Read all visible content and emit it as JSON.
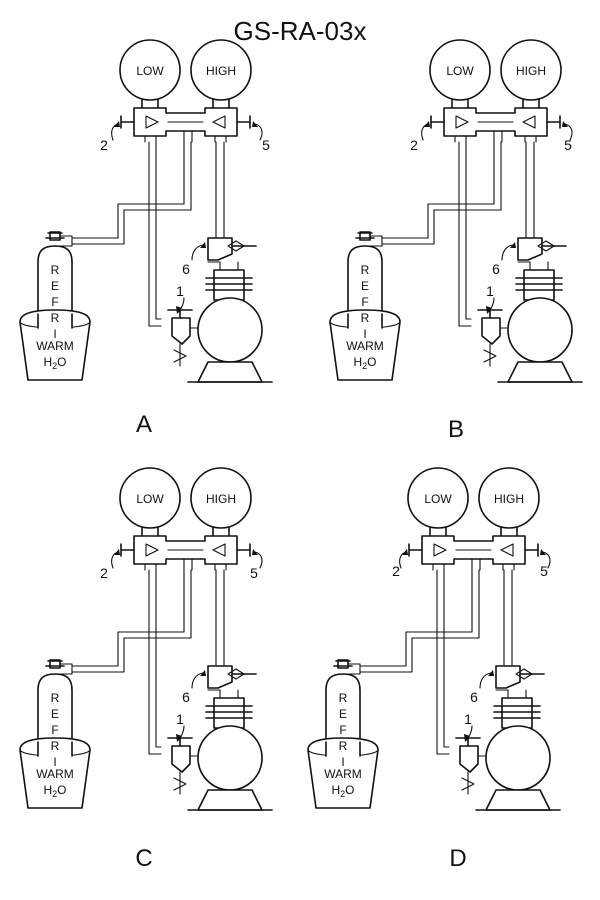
{
  "title": "GS-RA-03x",
  "gauge_labels": {
    "low": "LOW",
    "high": "HIGH"
  },
  "valve_labels": {
    "left": "2",
    "right": "5",
    "top": "6",
    "bottom": "1"
  },
  "tank_text": [
    "R",
    "E",
    "F",
    "R",
    "I"
  ],
  "bucket_text": {
    "line1": "WARM",
    "line2_main": "H",
    "line2_sub": "2",
    "line2_end": "O"
  },
  "panels": [
    {
      "letter": "A"
    },
    {
      "letter": "B"
    },
    {
      "letter": "C"
    },
    {
      "letter": "D"
    }
  ]
}
